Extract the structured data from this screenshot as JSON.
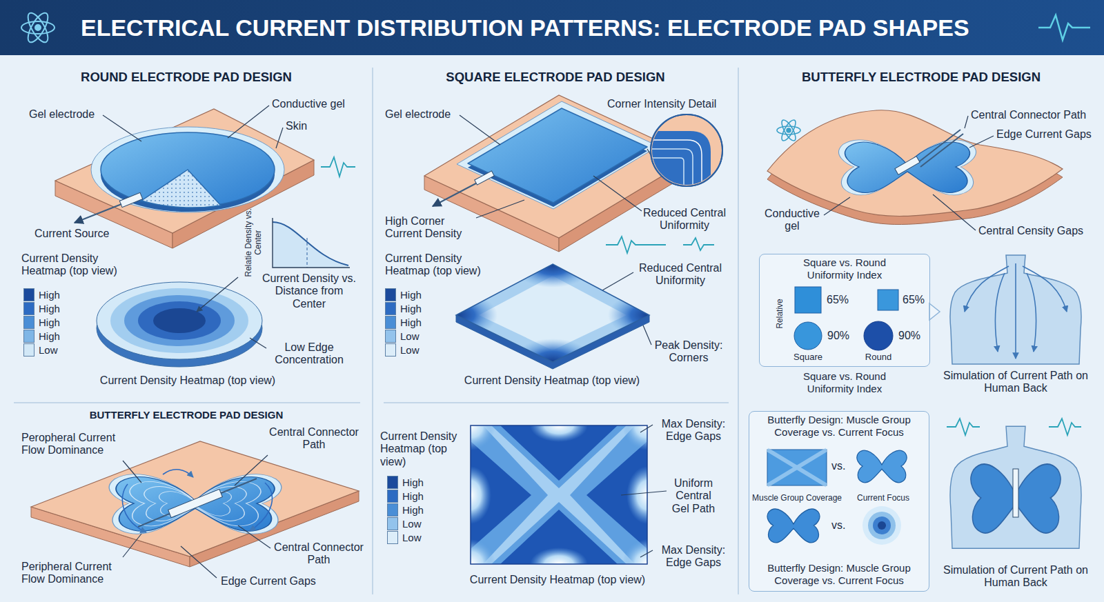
{
  "diagram": {
    "title": "ELECTRICAL CURRENT DISTRIBUTION PATTERNS: ELECTRODE PAD SHAPES",
    "nodes": [
      {
        "text": [
          "ROUND ELECTRODE PAD DESIGN"
        ]
      },
      {
        "text": [
          "SQUARE ELECTRODE PAD DESIGN"
        ]
      },
      {
        "text": [
          "BUTTERFLY ELECTRODE PAD DESIGN"
        ]
      },
      {
        "text": [
          "Square vs. Round Uniformity Index",
          "Square vs. Round Uniformity Index"
        ],
        "in": 2
      },
      {
        "text": [
          "BUTTERFLY ELECTRODE PAD DESIGN"
        ]
      },
      {
        "text": [
          "Butterfly Design: Muscle Group Coverage vs. Current Focus",
          "Butterfly Design: Muscle Group Coverage vs. Current Focus"
        ],
        "in": 2
      }
    ],
    "labels": [
      "Gel electrode",
      "Conductive gel",
      "Skin",
      "Current Source",
      "Relatie Density vs. Center",
      "Current Density Heatmap (top view)",
      "Current Density vs. Distance from Center",
      "Low Edge Concentration",
      "Current Density Heatmap (top view)",
      "Gel electrode",
      "Corner Intensity Detail",
      "High Corner Current Density",
      "Reduced Central Uniformity",
      "Current Density Heatmap (top view)",
      "Reduced Central Uniformity",
      "Peak Density: Corners",
      "Current Density Heatmap (top view)",
      "Central Connector Path",
      "Edge Current Gaps",
      "Conductive gel",
      "Central Censity Gaps",
      "Relative",
      "65%",
      "65%",
      "90%",
      "90%",
      "Square",
      "Round",
      "Simulation of Current Path on Human Back",
      "Peropheral Current Flow Dominance",
      "Central Connector Path",
      "Central Connector Path",
      "Peripheral Current Flow Dominance",
      "Edge Current Gaps",
      "Current Density Heatmap (top view)",
      "Max Density: Edge Gaps",
      "Uniform Central Gel Path",
      "Max Density: Edge Gaps",
      "Current Density Heatmap (top view)",
      "vs.",
      "Muscle Group Coverage",
      "Current Focus",
      "vs.",
      "Simulation of Current Path on Human Back"
    ],
    "legend": [
      {
        "text": "High",
        "color": "#1b4a9c"
      },
      {
        "text": "High",
        "color": "#2d6bc2"
      },
      {
        "text": "High",
        "color": "#4a8ed6"
      },
      {
        "text": "High",
        "color": "#7fb6e6"
      },
      {
        "text": "Low",
        "color": "#d2e8f7"
      },
      {
        "text": "High",
        "color": "#1b4a9c"
      },
      {
        "text": "High",
        "color": "#2d6bc2"
      },
      {
        "text": "High",
        "color": "#4a8ed6"
      },
      {
        "text": "Low",
        "color": "#93c3ec"
      },
      {
        "text": "Low",
        "color": "#dcedf9"
      },
      {
        "text": "High",
        "color": "#1b4a9c"
      },
      {
        "text": "High",
        "color": "#2d6bc2"
      },
      {
        "text": "High",
        "color": "#4a8ed6"
      },
      {
        "text": "Low",
        "color": "#93c3ec"
      },
      {
        "text": "Low",
        "color": "#dcedf9"
      }
    ]
  }
}
